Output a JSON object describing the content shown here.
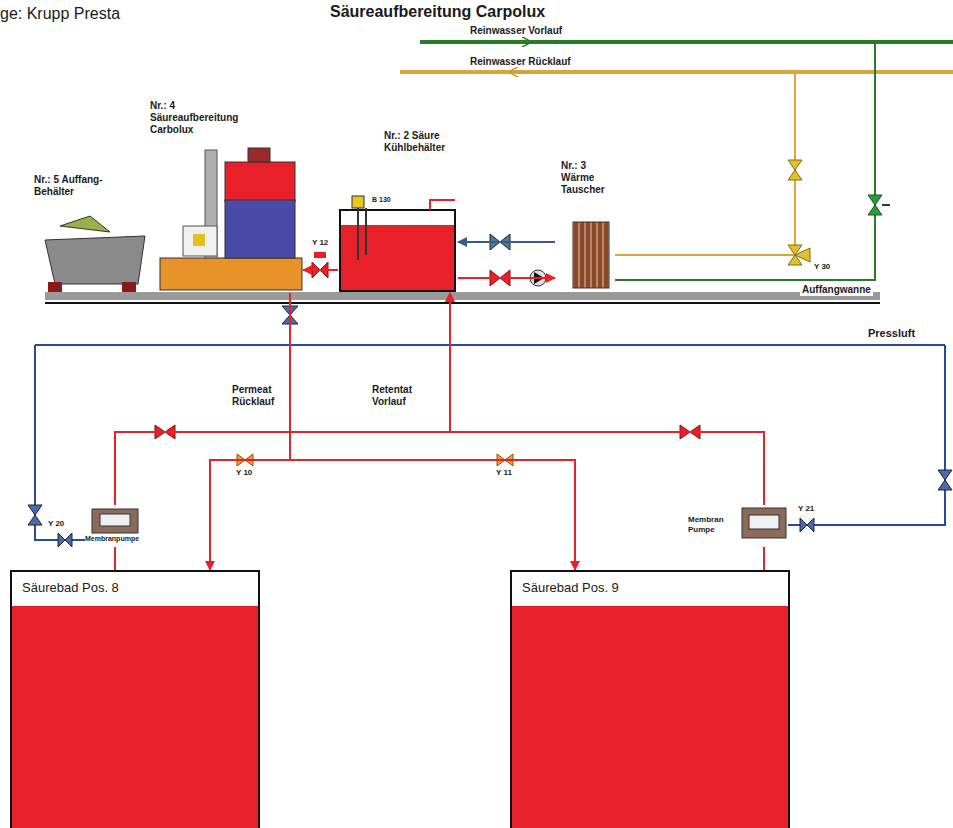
{
  "diagram": {
    "title": "Säureaufbereitung Carpolux",
    "nodes": [
      {
        "text": [
          "Nr.: 4 Säureaufbereitung Carbolux"
        ]
      },
      {
        "text": [
          "Nr.: 2 Säure Kühlbehälter"
        ]
      },
      {
        "text": [
          "Nr.: 3 Wärme Tauscher"
        ]
      },
      {
        "text": [
          "Nr.: 5 Auffang-Behälter"
        ]
      },
      {
        "text": [
          "Membranpumpe"
        ]
      },
      {
        "text": [
          "Membran Pumpe"
        ]
      },
      {
        "text": [
          "Säurebad Pos. 8"
        ]
      },
      {
        "text": [
          "Säurebad Pos. 9"
        ]
      }
    ],
    "edges": [
      {
        "from": 1,
        "to": 0,
        "arrow": "to"
      },
      {
        "from": 1,
        "to": 2,
        "arrow": "to"
      },
      {
        "from": 2,
        "to": 1,
        "arrow": "to"
      },
      {
        "from": 0,
        "to": 6,
        "arrow": "to"
      },
      {
        "from": 0,
        "to": 7,
        "arrow": "to"
      },
      {
        "from": 4,
        "to": 1,
        "arrow": "to"
      },
      {
        "from": 5,
        "to": 1,
        "arrow": "to"
      },
      {
        "from": 6,
        "to": 4,
        "arrow": "none"
      },
      {
        "from": 7,
        "to": 5,
        "arrow": "none"
      }
    ],
    "labels": [
      "ge: Krupp Presta",
      "Reinwasser Vorlauf",
      "Reinwasser Rücklauf",
      "B 130",
      "Y 12",
      "Y 30",
      "Auffangwanne",
      "Pressluft",
      "Permeat Rücklauf",
      "Retentat Vorlauf",
      "Y 20",
      "Y 10",
      "Y 11",
      "Y 21"
    ]
  }
}
